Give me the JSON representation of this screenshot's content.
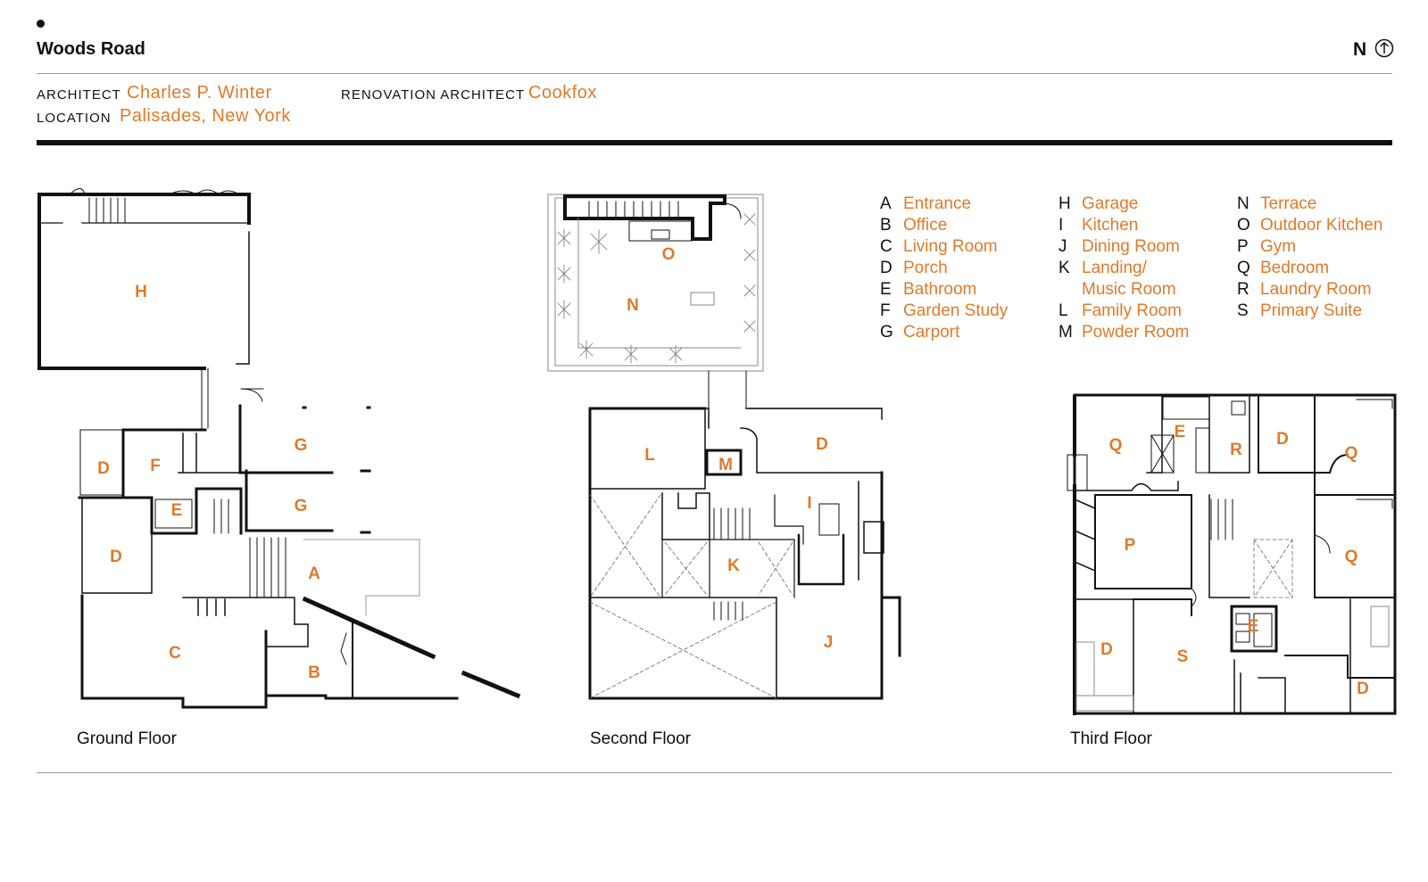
{
  "header": {
    "title": "Woods Road",
    "north_label": "N",
    "north_icon": "north-arrow-icon"
  },
  "meta": {
    "architect_label": "ARCHITECT",
    "architect_value": "Charles P. Winter",
    "location_label": "LOCATION",
    "location_value": "Palisades, New York",
    "renovation_label": "RENOVATION ARCHITECT",
    "renovation_value": "Cookfox"
  },
  "colors": {
    "accent": "#e07a2a",
    "ink": "#111111",
    "rule": "#9a9a9a"
  },
  "legend": [
    {
      "key": "A",
      "name": "Entrance"
    },
    {
      "key": "B",
      "name": "Office"
    },
    {
      "key": "C",
      "name": "Living Room"
    },
    {
      "key": "D",
      "name": "Porch"
    },
    {
      "key": "E",
      "name": "Bathroom"
    },
    {
      "key": "F",
      "name": "Garden Study"
    },
    {
      "key": "G",
      "name": "Carport"
    },
    {
      "key": "H",
      "name": "Garage"
    },
    {
      "key": "I",
      "name": "Kitchen"
    },
    {
      "key": "J",
      "name": "Dining Room"
    },
    {
      "key": "K",
      "name": "Landing/"
    },
    {
      "key": "",
      "name": "Music Room"
    },
    {
      "key": "L",
      "name": "Family Room"
    },
    {
      "key": "M",
      "name": "Powder Room"
    },
    {
      "key": "N",
      "name": "Terrace"
    },
    {
      "key": "O",
      "name": "Outdoor Kitchen"
    },
    {
      "key": "P",
      "name": "Gym"
    },
    {
      "key": "Q",
      "name": "Bedroom"
    },
    {
      "key": "R",
      "name": "Laundry Room"
    },
    {
      "key": "S",
      "name": "Primary Suite"
    }
  ],
  "floors": {
    "ground": {
      "label": "Ground Floor",
      "rooms": [
        "H",
        "G",
        "G",
        "D",
        "F",
        "E",
        "D",
        "A",
        "C",
        "B"
      ]
    },
    "second": {
      "label": "Second Floor",
      "rooms": [
        "O",
        "N",
        "L",
        "M",
        "D",
        "I",
        "K",
        "J"
      ]
    },
    "third": {
      "label": "Third Floor",
      "rooms": [
        "Q",
        "E",
        "R",
        "D",
        "Q",
        "P",
        "Q",
        "E",
        "D",
        "S",
        "D"
      ]
    }
  }
}
